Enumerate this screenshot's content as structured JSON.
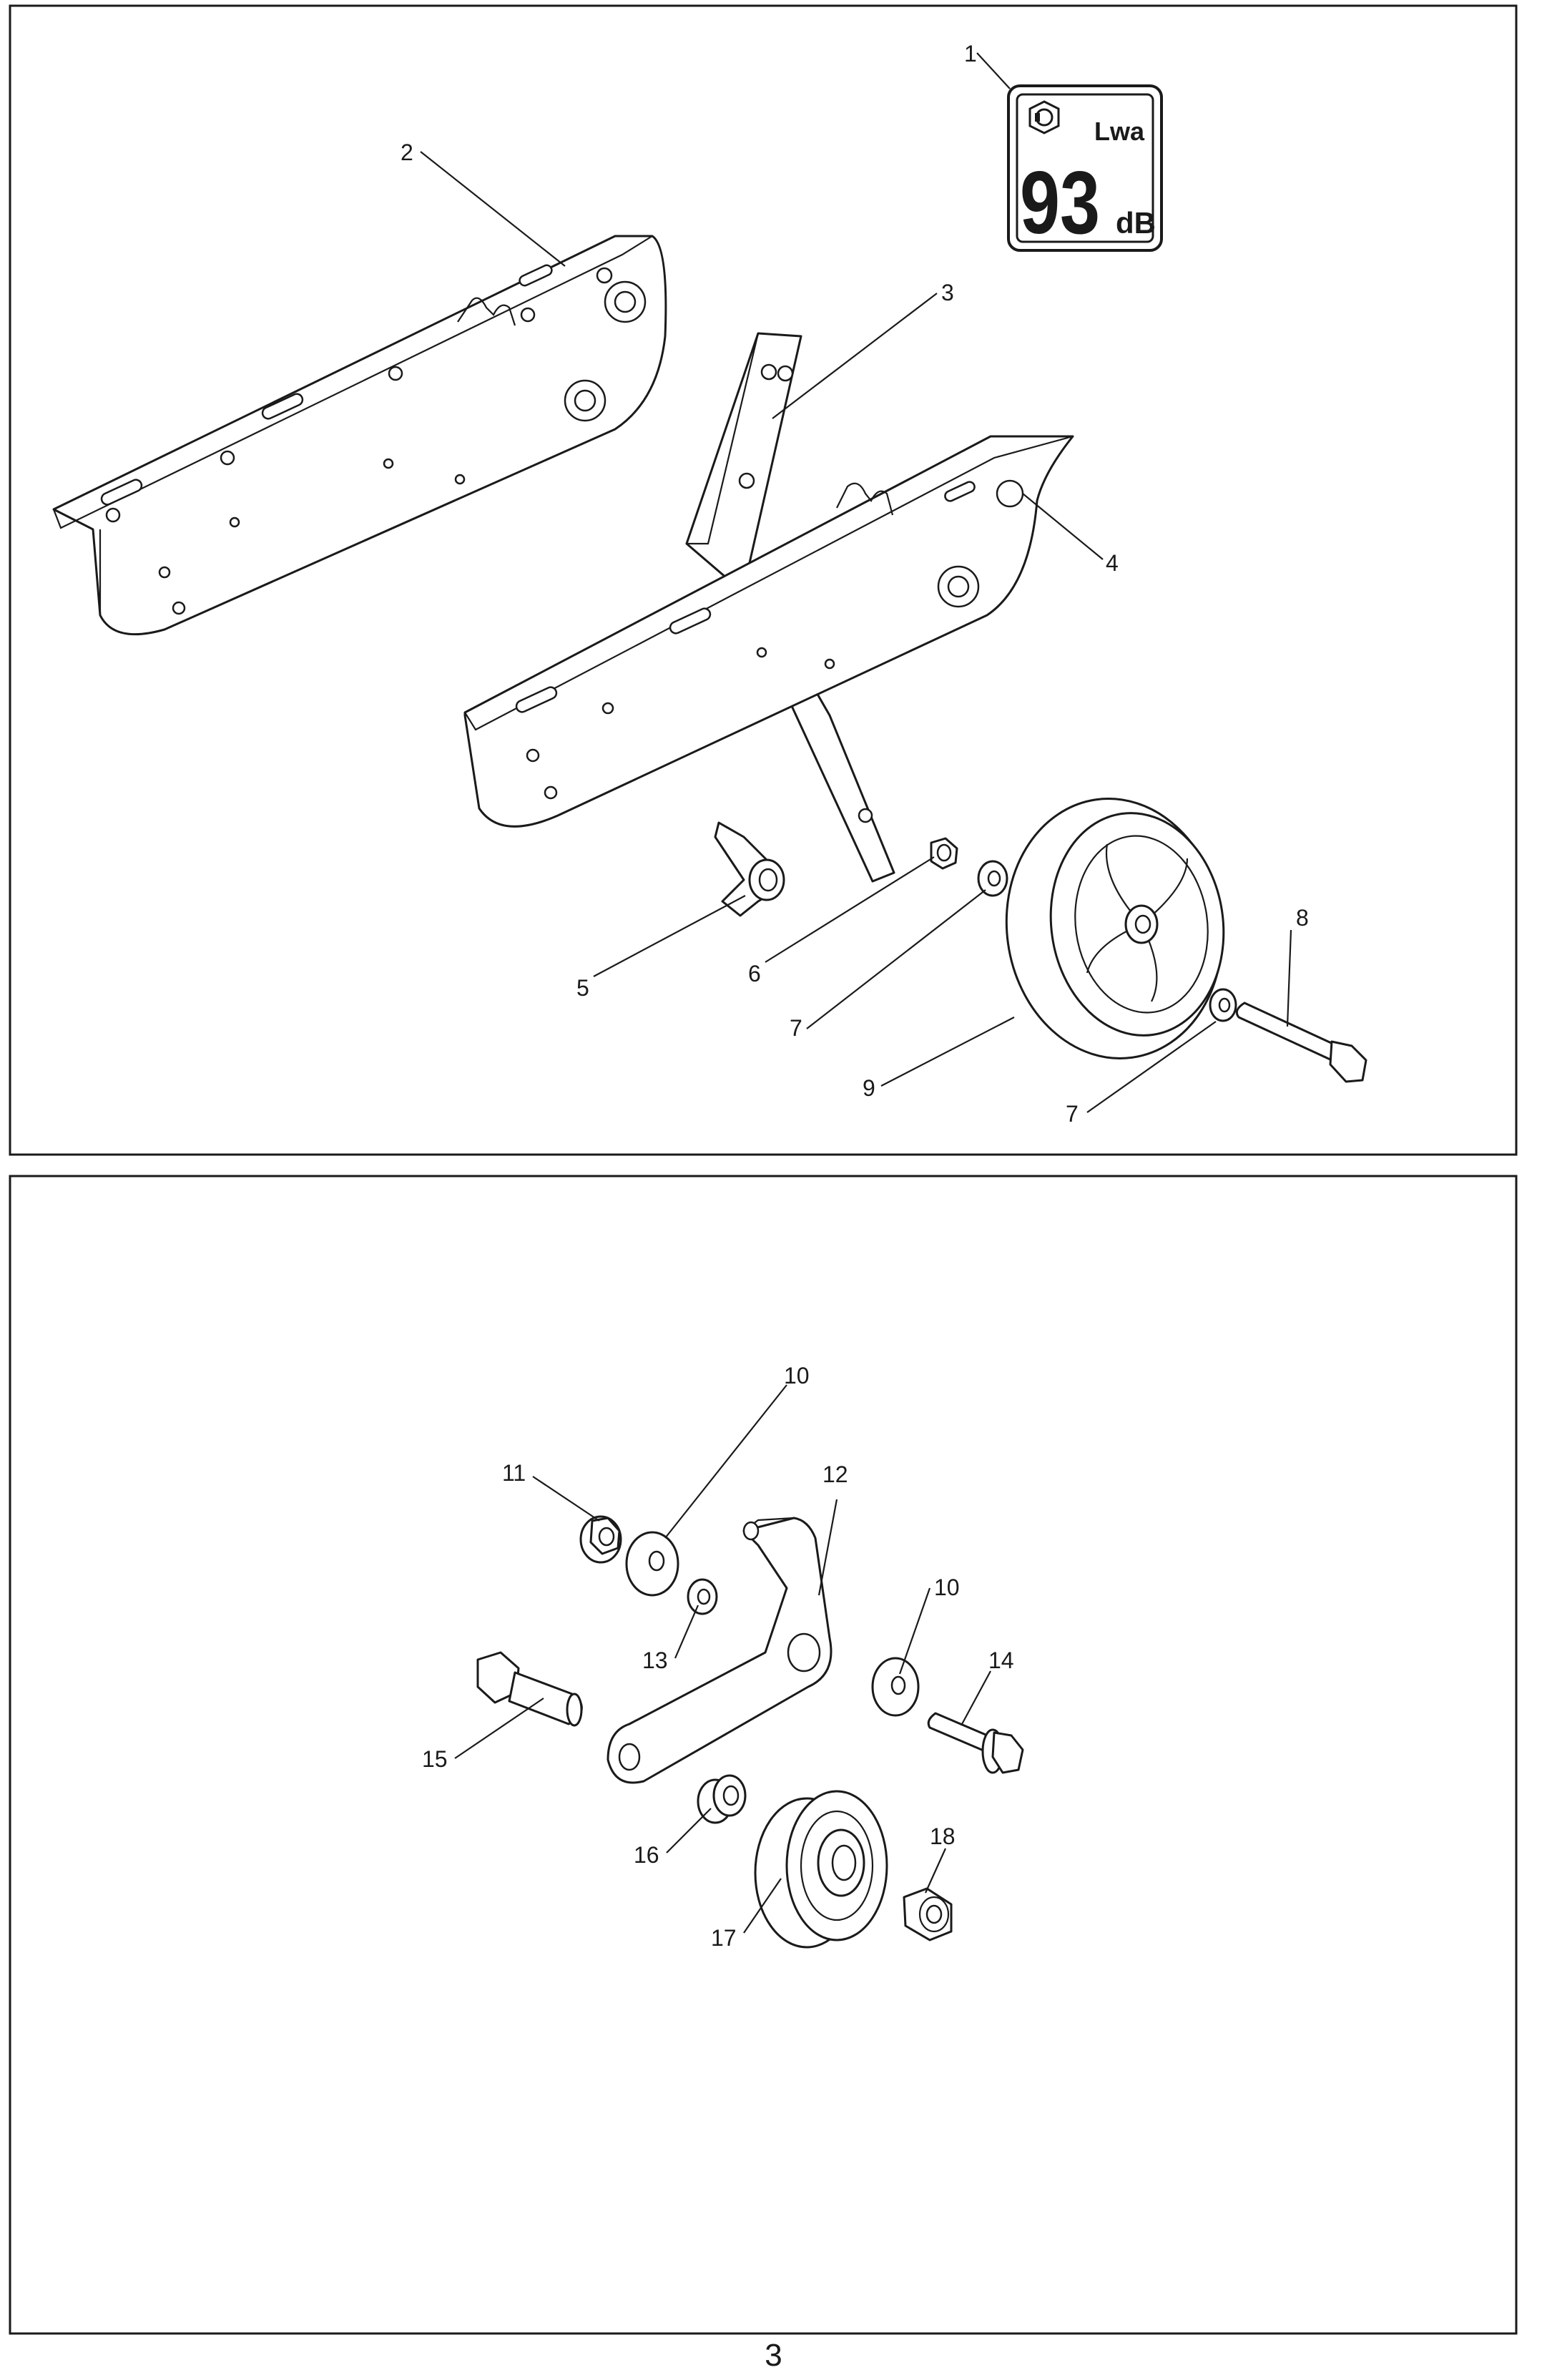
{
  "top_panel": {
    "labels": [
      "1",
      "2",
      "3",
      "4",
      "5",
      "6",
      "7",
      "7",
      "8",
      "9"
    ],
    "noise_label": {
      "symbol": "Lwa",
      "value": "93",
      "unit": "dB"
    }
  },
  "bottom_panel": {
    "labels": [
      "10",
      "10",
      "11",
      "12",
      "13",
      "14",
      "15",
      "16",
      "17",
      "18"
    ]
  },
  "page_number": "3"
}
